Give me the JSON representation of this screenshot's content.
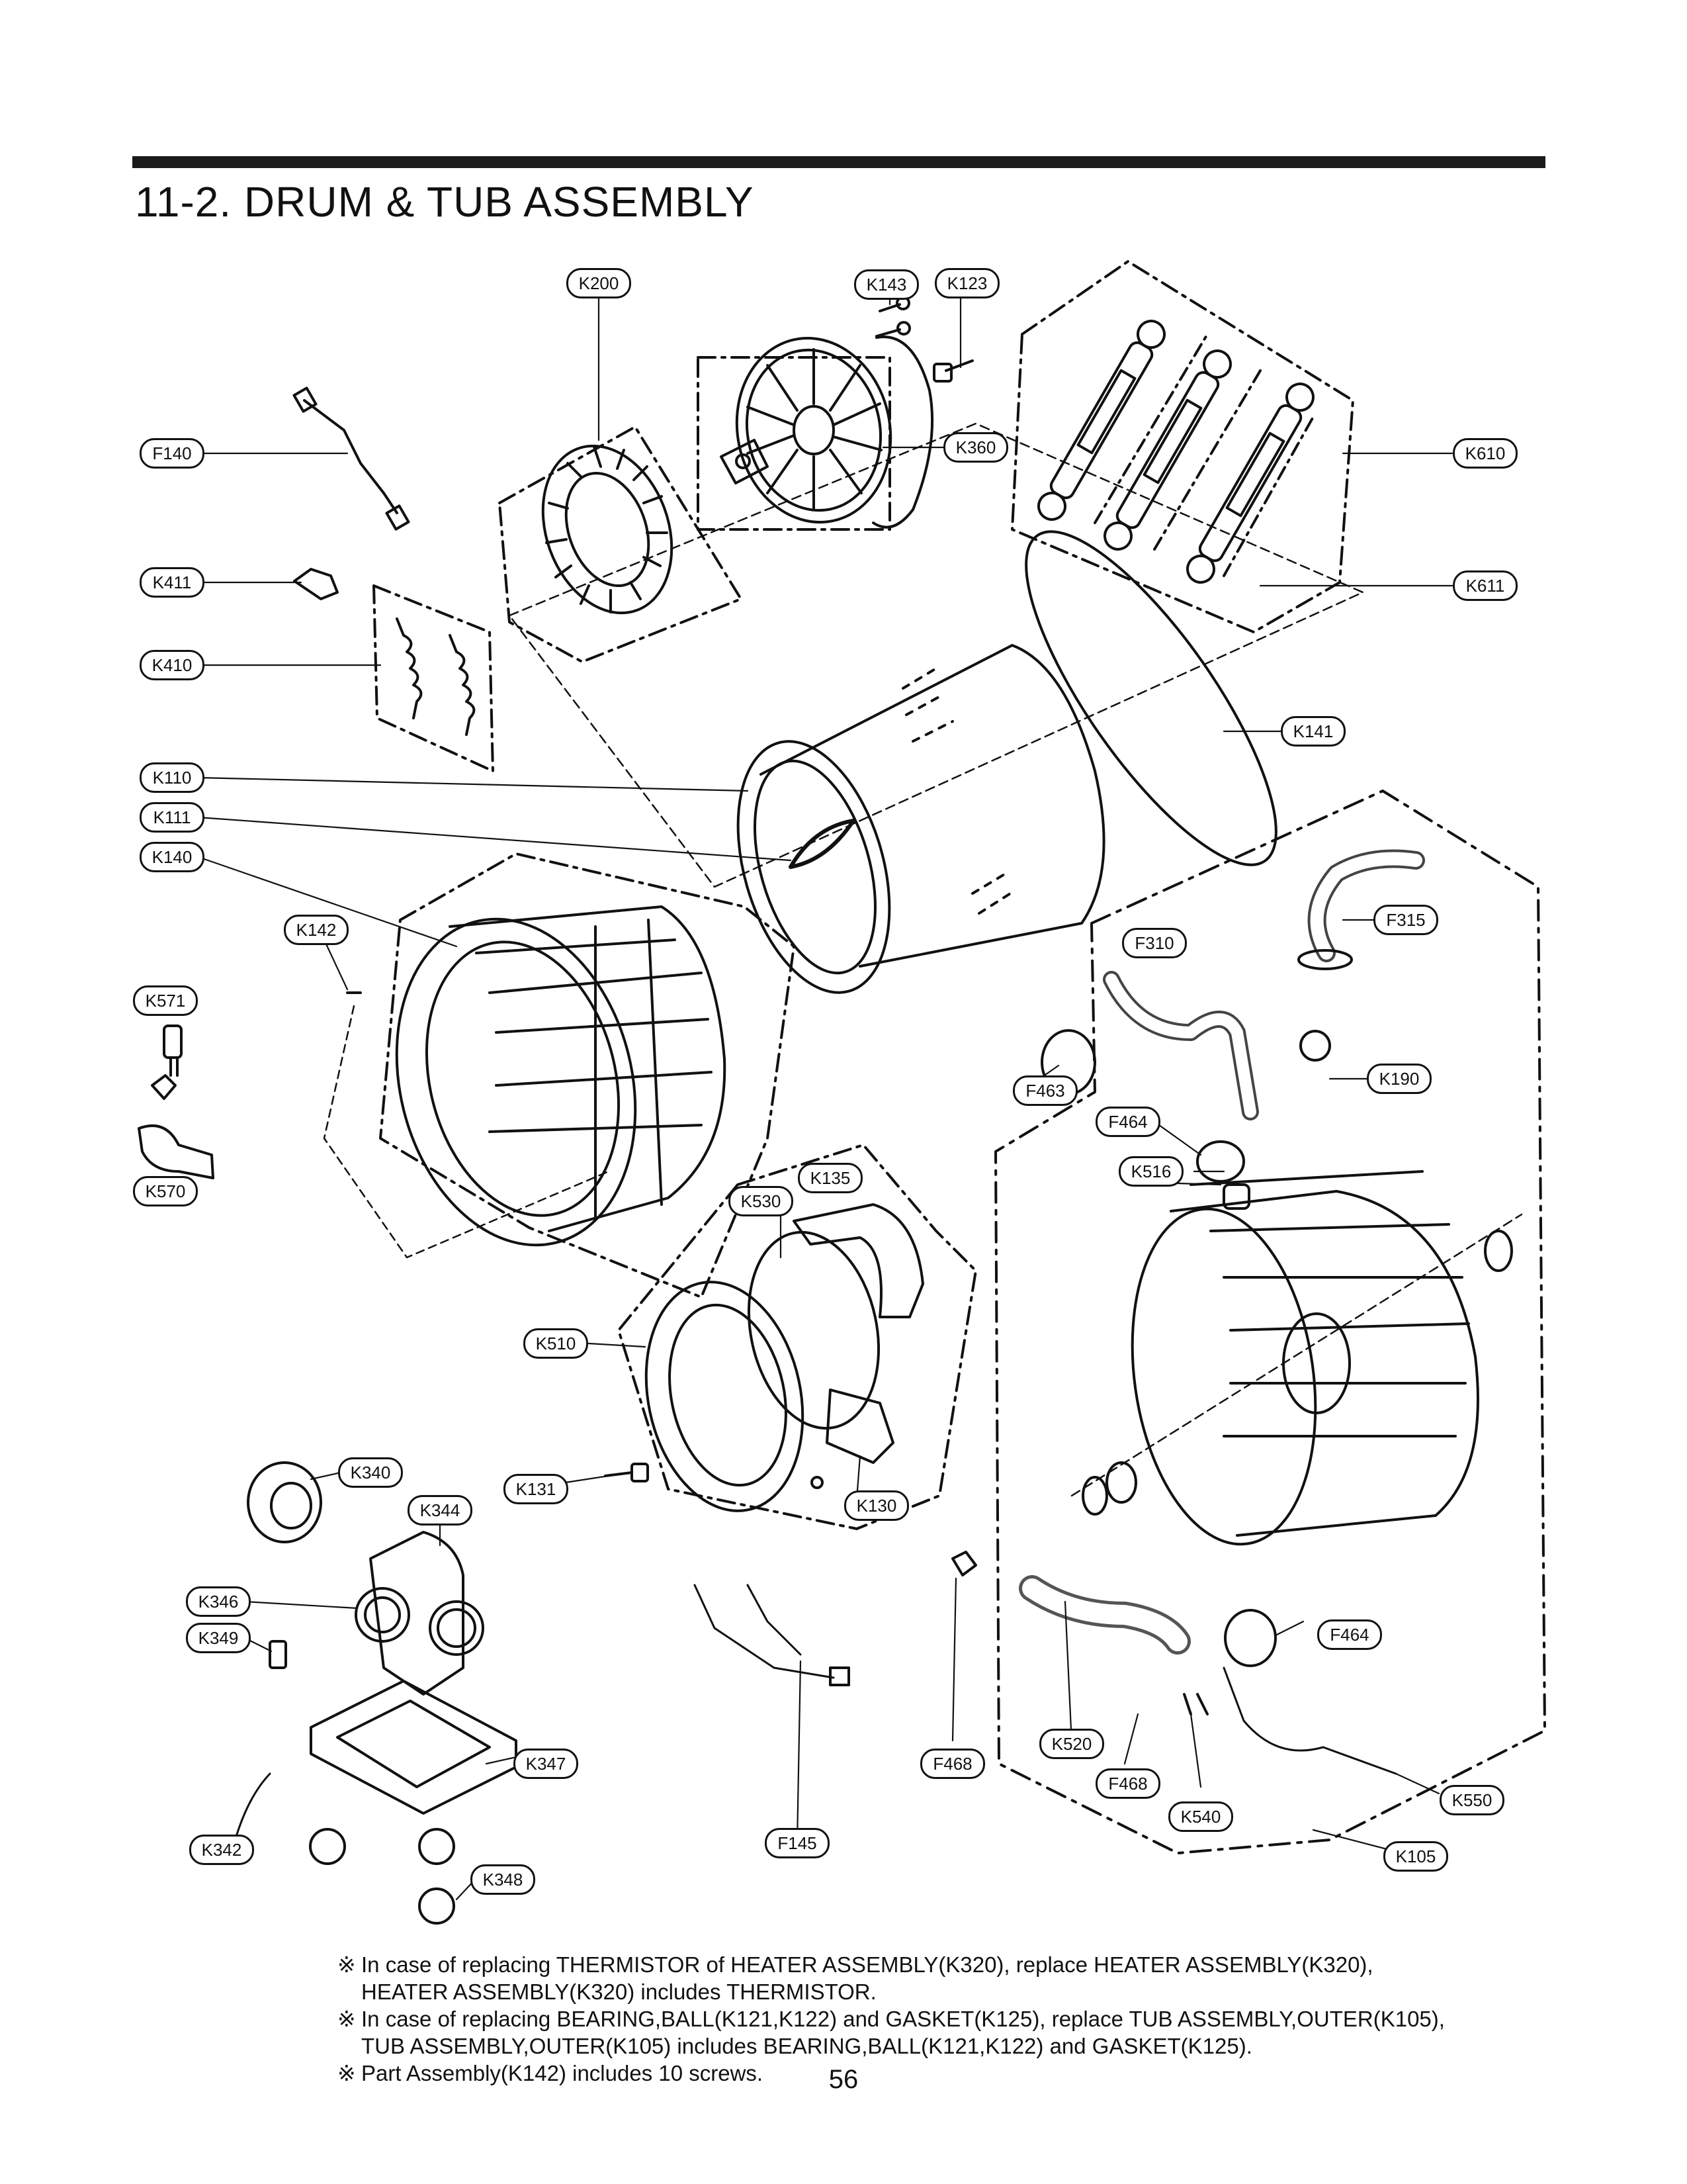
{
  "page": {
    "title": "11-2. DRUM & TUB ASSEMBLY",
    "page_number": "56"
  },
  "diagram": {
    "callouts": {
      "k200": "K200",
      "k143": "K143",
      "k123": "K123",
      "k360": "K360",
      "k610": "K610",
      "k611": "K611",
      "f140": "F140",
      "k411": "K411",
      "k410": "K410",
      "k141": "K141",
      "k110": "K110",
      "k111": "K111",
      "k140": "K140",
      "k142": "K142",
      "k571": "K571",
      "k570": "K570",
      "f310": "F310",
      "f315": "F315",
      "f463": "F463",
      "k190": "K190",
      "f464_top": "F464",
      "k516": "K516",
      "k135": "K135",
      "k530": "K530",
      "k510": "K510",
      "k131": "K131",
      "k130": "K130",
      "k340": "K340",
      "k344": "K344",
      "k346": "K346",
      "k349": "K349",
      "k347": "K347",
      "k342": "K342",
      "k348": "K348",
      "f145": "F145",
      "f468_left": "F468",
      "k520": "K520",
      "f468_right": "F468",
      "k540": "K540",
      "f464_bottom": "F464",
      "k550": "K550",
      "k105": "K105"
    }
  },
  "notes": {
    "mark": "※",
    "note1_line1": "In case of replacing THERMISTOR of HEATER ASSEMBLY(K320), replace HEATER ASSEMBLY(K320),",
    "note1_line2": "HEATER ASSEMBLY(K320) includes THERMISTOR.",
    "note2_line1": "In case of replacing BEARING,BALL(K121,K122) and GASKET(K125), replace TUB ASSEMBLY,OUTER(K105),",
    "note2_line2": "TUB ASSEMBLY,OUTER(K105) includes BEARING,BALL(K121,K122) and GASKET(K125).",
    "note3_line1": "Part Assembly(K142) includes 10 screws."
  }
}
